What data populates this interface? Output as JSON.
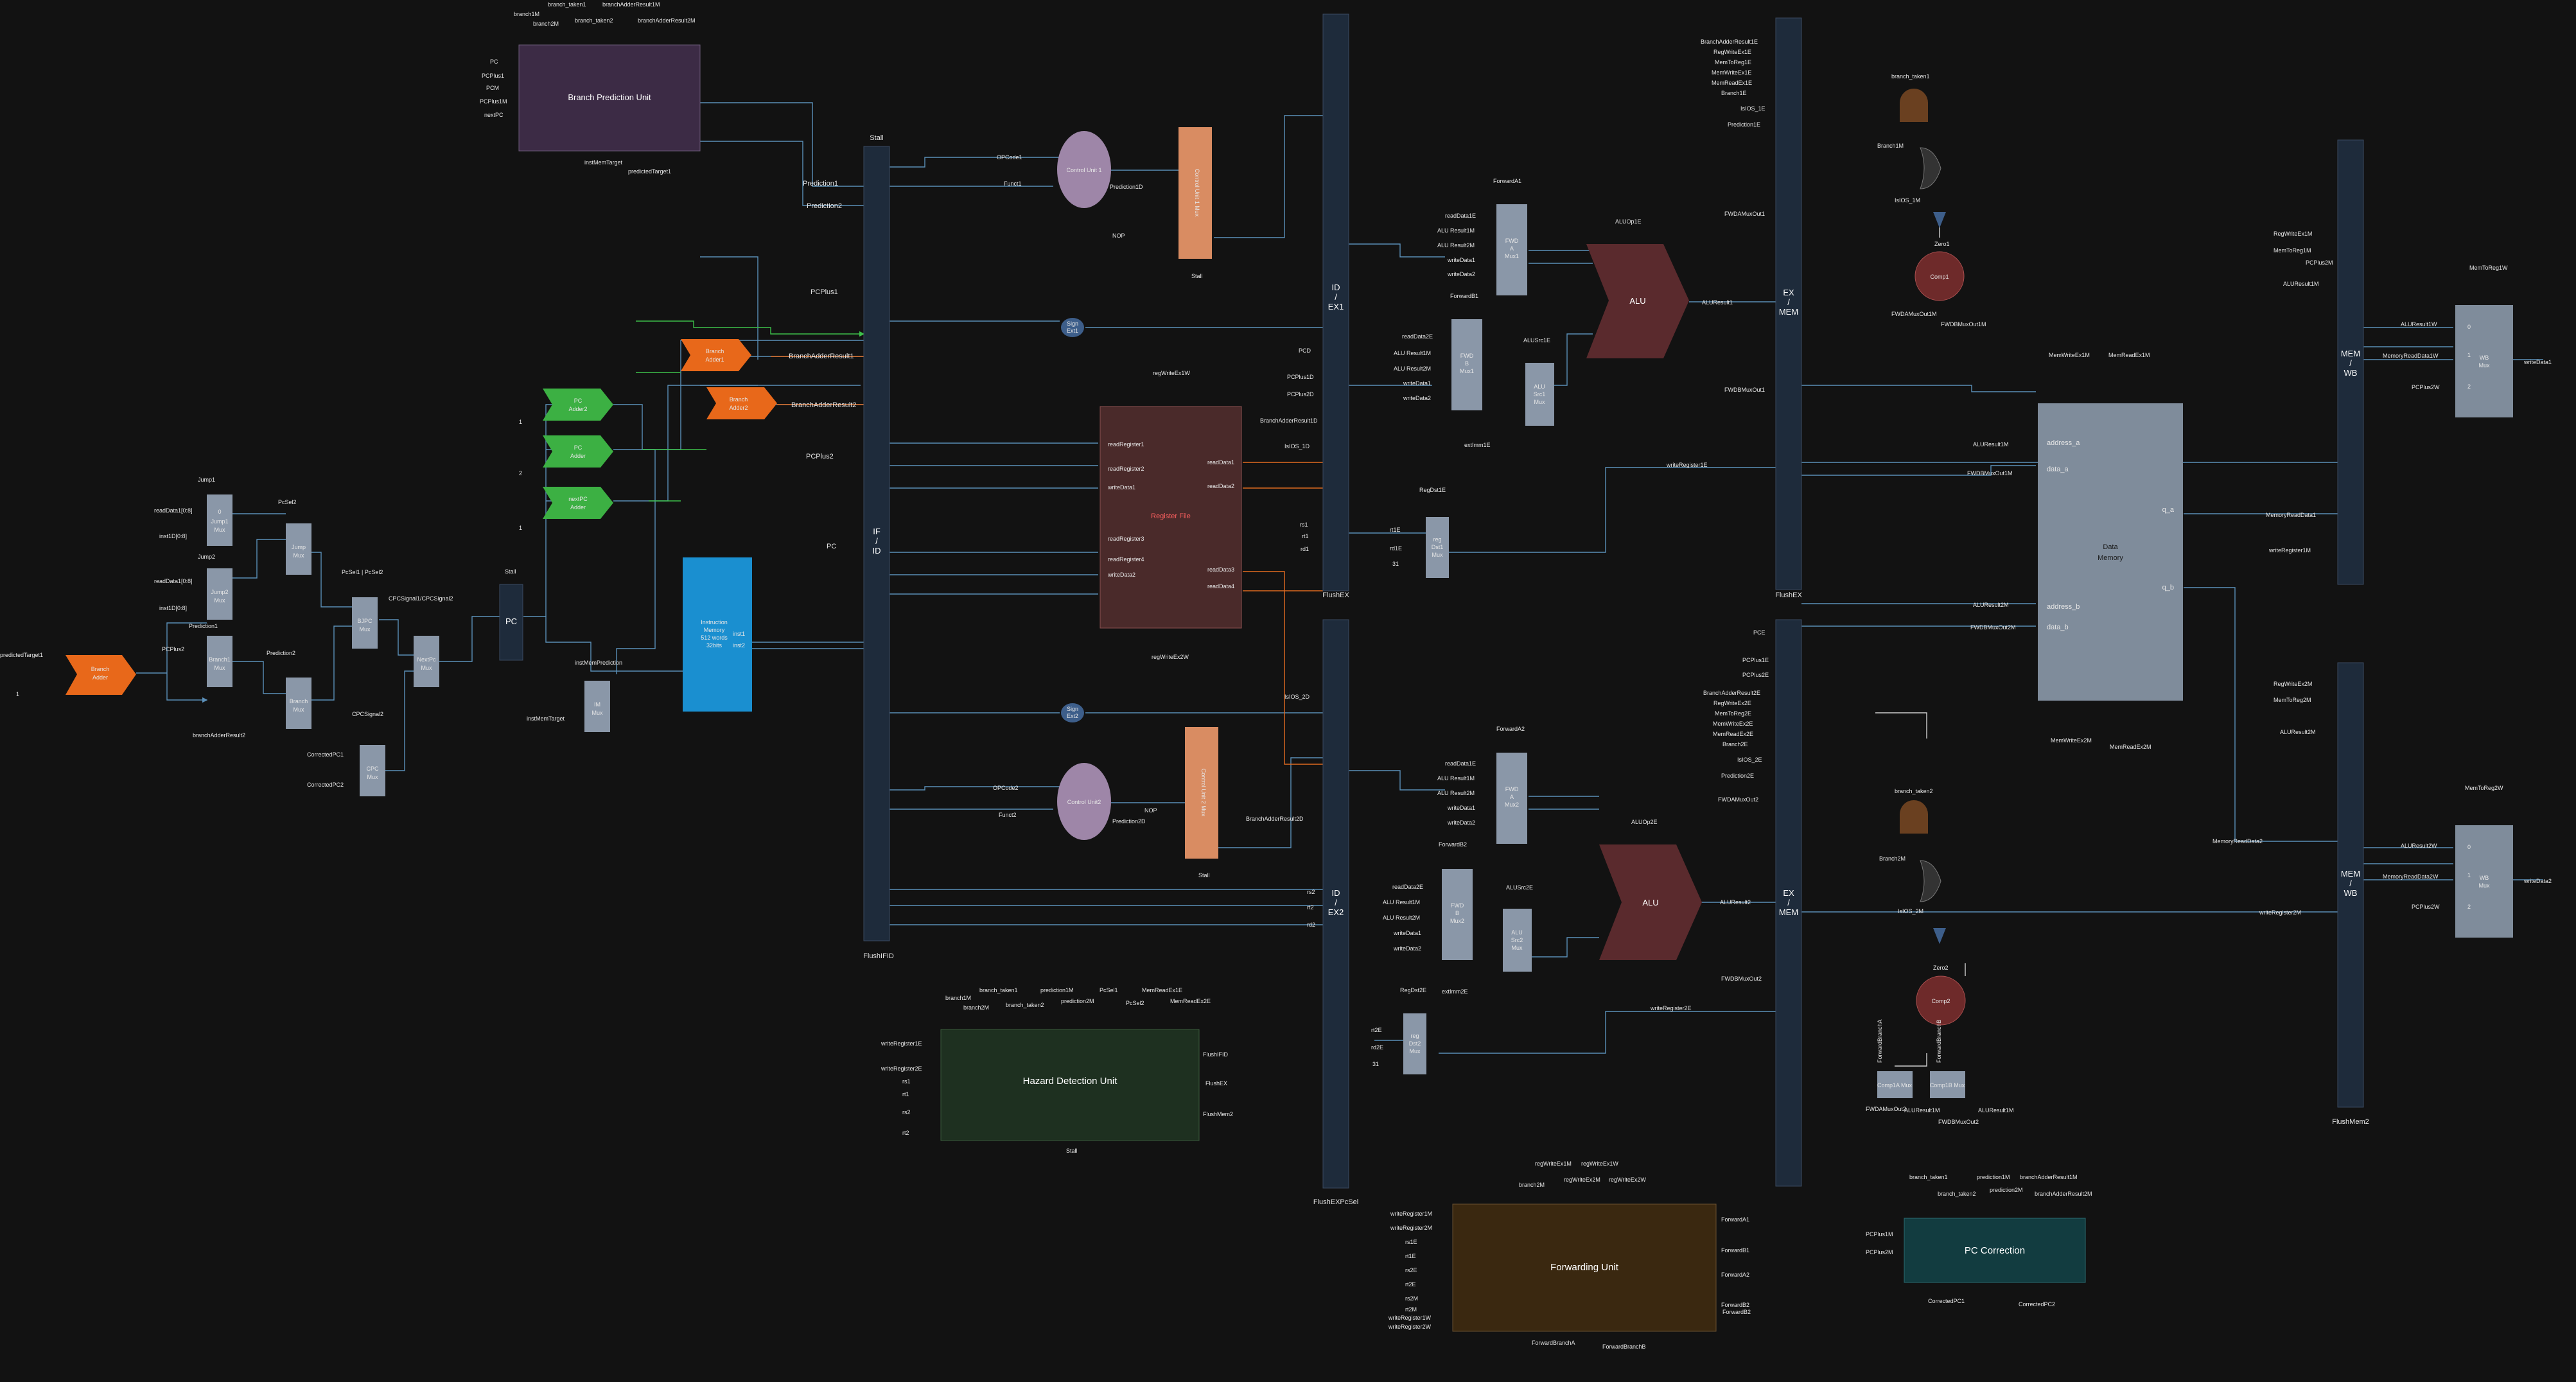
{
  "colors": {
    "background": "#121212",
    "pipeline_reg": "#1e2b3b",
    "mux": "#8a97a8",
    "branch_pred": "#3c2b45",
    "branch_adder": "#e8681a",
    "pc_adder": "#3cb043",
    "imem": "#1a8fd0",
    "control": "#d98c62",
    "control_unit": "#9e86a8",
    "register_file": "#4a2a2a",
    "alu": "#5a2a2d",
    "data_memory": "#7f8c9b",
    "hazard_unit": "#1e3020",
    "forwarding_unit": "#3a2810",
    "pc_correction": "#123c40",
    "comparator": "#6e2a2a",
    "gate_and": "#6a4020",
    "wire_blue": "#5b8fb8",
    "wire_green": "#3cc04a",
    "wire_orange": "#e06a20",
    "wire_white": "#cfcfcf"
  },
  "blocks": {
    "branch_prediction_unit": "Branch Prediction Unit",
    "branch_adder": "Branch Adder",
    "branch_adder1": "Branch Adder1",
    "branch_adder2": "Branch Adder2",
    "pc_adder": "PC Adder",
    "pc_adder2": "PC Adder2",
    "next_pc_adder": "nextPC Adder",
    "pc": "PC",
    "imem": [
      "Instruction",
      "Memory",
      "512 words",
      "32bits"
    ],
    "imem_out": [
      "inst1",
      "inst2"
    ],
    "if_id": [
      "IF",
      "/",
      "ID"
    ],
    "id_ex1": [
      "ID",
      "/",
      "EX1"
    ],
    "id_ex2": [
      "ID",
      "/",
      "EX2"
    ],
    "ex_mem_top": [
      "EX",
      "/",
      "MEM"
    ],
    "ex_mem_bottom": [
      "EX",
      "/",
      "MEM"
    ],
    "mem_wb_top": [
      "MEM",
      "/",
      "WB"
    ],
    "mem_wb_bottom": [
      "MEM",
      "/",
      "WB"
    ],
    "control_unit1": "Control Unit 1",
    "control_unit2": "Control Unit2",
    "control_unit1_mux": "Control Unit 1 Mux",
    "control_unit2_mux": "Control Unit 2 Mux",
    "sign_ext1": [
      "Sign",
      "Ext1"
    ],
    "sign_ext2": [
      "Sign",
      "Ext2"
    ],
    "register_file": "Register File",
    "alu1": "ALU",
    "alu2": "ALU",
    "data_memory": [
      "Data",
      "Memory"
    ],
    "hazard_detection_unit": "Hazard Detection Unit",
    "forwarding_unit": "Forwarding Unit",
    "pc_correction": "PC Correction",
    "comp1": "Comp1",
    "comp2": "Comp2",
    "zero1": "Zero1",
    "zero2": "Zero2",
    "stall": "Stall",
    "flush_if_id": "FlushIFID",
    "flush_ex_top": "FlushEX",
    "flush_ex_bottom": "FlushEX",
    "flush_ex_pcsel": "FlushEXPcSel",
    "flush_mem2": "FlushMem2",
    "stall_bottom": "Stall"
  },
  "muxes": {
    "jump1": [
      "Jump1",
      "Mux"
    ],
    "jump2": [
      "Jump2",
      "Mux"
    ],
    "jump_mux": [
      "Jump",
      "Mux"
    ],
    "branch1": [
      "Branch1",
      "Mux"
    ],
    "branch_mux": [
      "Branch",
      "Mux"
    ],
    "bjpc": [
      "BJPC",
      "Mux"
    ],
    "cpc": [
      "CPC",
      "Mux"
    ],
    "nextpc": [
      "NextPc",
      "Mux"
    ],
    "im": [
      "IM",
      "Mux"
    ],
    "fwd_a1": [
      "FWD",
      "A",
      "Mux1"
    ],
    "fwd_b1": [
      "FWD",
      "B",
      "Mux1"
    ],
    "alu_src1": [
      "ALU",
      "Src1",
      "Mux"
    ],
    "fwd_a2": [
      "FWD",
      "A",
      "Mux2"
    ],
    "fwd_b2": [
      "FWD",
      "B",
      "Mux2"
    ],
    "alu_src2": [
      "ALU",
      "Src2",
      "Mux"
    ],
    "reg_dst1": [
      "reg",
      "Dst1",
      "Mux"
    ],
    "reg_dst2": [
      "reg",
      "Dst2",
      "Mux"
    ],
    "wb1": [
      "WB",
      "Mux"
    ],
    "wb2": [
      "WB",
      "Mux"
    ],
    "comp1_mux_a": "Comp1A Mux",
    "comp1_mux_b": "Comp1B Mux"
  },
  "signals": {
    "bpu_top": [
      "branch1M",
      "branch_taken1",
      "branch2M",
      "branch_taken2",
      "branchAdderResult1M",
      "branchAdderResult2M"
    ],
    "bpu_left": [
      "PC",
      "PCPlus1",
      "PCM",
      "PCPlus1M",
      "nextPC"
    ],
    "bpu_bottom": [
      "instMemTarget",
      "predictedTarget1"
    ],
    "bpu_out": [
      "Prediction1",
      "Prediction2"
    ],
    "branch_adder_in": [
      "predictedTarget1",
      "1"
    ],
    "jump_labels": [
      "Jump1",
      "readData1[0:8]",
      "inst1D[0:8]",
      "Jump2",
      "readData1[0:8]",
      "inst1D[0:8]",
      "Prediction1",
      "PCPlus2",
      "Prediction2",
      "branchAdderResult2",
      "PcSel2",
      "PcSel1 | PcSel2",
      "CPCSignal1/CPCSignal2",
      "CPCSignal2",
      "CorrectedPC1",
      "CorrectedPC2",
      "Stall"
    ],
    "adders_in": [
      "1",
      "2",
      "1"
    ],
    "im_labels": [
      "instMemPrediction",
      "instMemTarget"
    ],
    "ifid_in": [
      "PCPlus1",
      "BranchAdderResult1",
      "BranchAdderResult2",
      "PCPlus2",
      "PC"
    ],
    "ctrl1": [
      "OPCode1",
      "Funct1",
      "Prediction1D",
      "NOP",
      "Stall"
    ],
    "ctrl2": [
      "OPCode2",
      "Funct2",
      "Prediction2D",
      "NOP",
      "Stall"
    ],
    "rf_left": [
      "readRegister1",
      "readRegister2",
      "writeData1",
      "readRegister3",
      "readRegister4",
      "writeData2"
    ],
    "rf_right": [
      "readData1",
      "readData2",
      "readData3",
      "readData4"
    ],
    "rf_top": "regWriteEx1W",
    "rf_bottom": "regWriteEx2W",
    "idex1_right": [
      "PCD",
      "PCPlus1D",
      "PCPlus2D",
      "BranchAdderResult1D",
      "IsIOS_1D",
      "rs1",
      "rt1",
      "rd1"
    ],
    "idex2_right": [
      "IsIOS_2D",
      "BranchAdderResult2D",
      "rs2",
      "rt2",
      "rd2"
    ],
    "exmem_top_right": [
      "BranchAdderResult1E",
      "RegWriteEx1E",
      "MemToReg1E",
      "MemWriteEx1E",
      "MemReadEx1E",
      "Branch1E",
      "IsIOS_1E",
      "Prediction1E"
    ],
    "exmem_bottom_right": [
      "PCE",
      "PCPlus1E",
      "PCPlus2E",
      "BranchAdderResult2E",
      "RegWriteEx2E",
      "MemToReg2E",
      "MemWriteEx2E",
      "MemReadEx2E",
      "Branch2E",
      "IsIOS_2E",
      "Prediction2E"
    ],
    "fwd1_labels": [
      "ForwardA1",
      "readData1E",
      "ALU Result1M",
      "ALU Result2M",
      "writeData1",
      "writeData2",
      "ForwardB1",
      "readData2E",
      "ALU Result1M",
      "ALU Result2M",
      "writeData1",
      "writeData2",
      "ALUSrc1E",
      "extImm1E",
      "ALUOp1E",
      "ALUResult1",
      "FWDAMuxOut1",
      "FWDBMuxOut1",
      "RegDst1E",
      "rt1E",
      "rd1E",
      "31",
      "writeRegister1E"
    ],
    "fwd2_labels": [
      "ForwardA2",
      "readData1E",
      "ALU Result1M",
      "ALU Result2M",
      "writeData1",
      "writeData2",
      "ForwardB2",
      "readData2E",
      "ALU Result1M",
      "ALU Result2M",
      "writeData1",
      "writeData2",
      "ALUSrc2E",
      "extImm2E",
      "ALUOp2E",
      "ALUResult2",
      "FWDAMuxOut2",
      "FWDBMuxOut2",
      "RegDst2E",
      "rt2E",
      "rd2E",
      "31",
      "writeRegister2E"
    ],
    "comp1_labels": [
      "branch_taken1",
      "Branch1M",
      "IsIOS_1M",
      "Zero1",
      "FWDAMuxOut1M",
      "FWDBMuxOut1M"
    ],
    "comp2_labels": [
      "branch_taken2",
      "Branch2M",
      "IsIOS_2M",
      "Zero2",
      "ForwardBranchA",
      "ForwardBranchB",
      "FWDAMuxOut2",
      "ALUResult1M",
      "FWDBMuxOut2",
      "ALUResult1M"
    ],
    "dmem_top": [
      "MemWriteEx1M",
      "MemReadEx1M"
    ],
    "dmem_bottom": [
      "MemWriteEx2M",
      "MemReadEx2M"
    ],
    "dmem_ports": [
      "address_a",
      "data_a",
      "q_a",
      "address_b",
      "data_b",
      "q_b"
    ],
    "dmem_in": [
      "ALUResult1M",
      "FWDBMuxOut1M",
      "ALUResult2M",
      "FWDBMuxOut2M"
    ],
    "dmem_out": [
      "MemoryReadData1",
      "writeRegister1M",
      "MemoryReadData2",
      "writeRegister2M"
    ],
    "memwb_top_left": [
      "RegWriteEx1M",
      "MemToReg1M",
      "PCPlus2M",
      "ALUResult1M"
    ],
    "memwb_bottom_left": [
      "RegWriteEx2M",
      "MemToReg2M",
      "ALUResult2M"
    ],
    "wb1_labels": [
      "MemToReg1W",
      "ALUResult1W",
      "MemoryReadData1W",
      "PCPlus2W",
      "writeData1"
    ],
    "wb2_labels": [
      "MemToReg2W",
      "ALUResult2W",
      "MemoryReadData2W",
      "PCPlus2W",
      "writeData2"
    ],
    "hazard_top": [
      "branch1M",
      "branch_taken1",
      "branch2M",
      "branch_taken2",
      "prediction1M",
      "prediction2M",
      "PcSel1",
      "PcSel2",
      "MemReadEx1E",
      "MemReadEx2E"
    ],
    "hazard_left": [
      "writeRegister1E",
      "writeRegister2E",
      "rs1",
      "rt1",
      "rs2",
      "rt2"
    ],
    "hazard_right": [
      "FlushIFID",
      "FlushEX",
      "FlushMem2"
    ],
    "fwdunit_top": [
      "branch2M",
      "regWriteEx1M",
      "regWriteEx2M",
      "regWriteEx1W",
      "regWriteEx2W"
    ],
    "fwdunit_left": [
      "writeRegister1M",
      "writeRegister2M",
      "rs1E",
      "rt1E",
      "rs2E",
      "rt2E",
      "rs2M",
      "rt2M",
      "writeRegister1W",
      "writeRegister2W"
    ],
    "fwdunit_right": [
      "ForwardA1",
      "ForwardB1",
      "ForwardA2",
      "ForwardB2",
      "ForwardB2"
    ],
    "fwdunit_bottom": [
      "ForwardBranchA",
      "ForwardBranchB"
    ],
    "pccorr_top": [
      "branch_taken1",
      "branch_taken2",
      "prediction1M",
      "prediction2M",
      "branchAdderResult1M",
      "branchAdderResult2M"
    ],
    "pccorr_left": [
      "PCPlus1M",
      "PCPlus2M"
    ],
    "pccorr_bottom": [
      "CorrectedPC1",
      "CorrectedPC2"
    ]
  }
}
